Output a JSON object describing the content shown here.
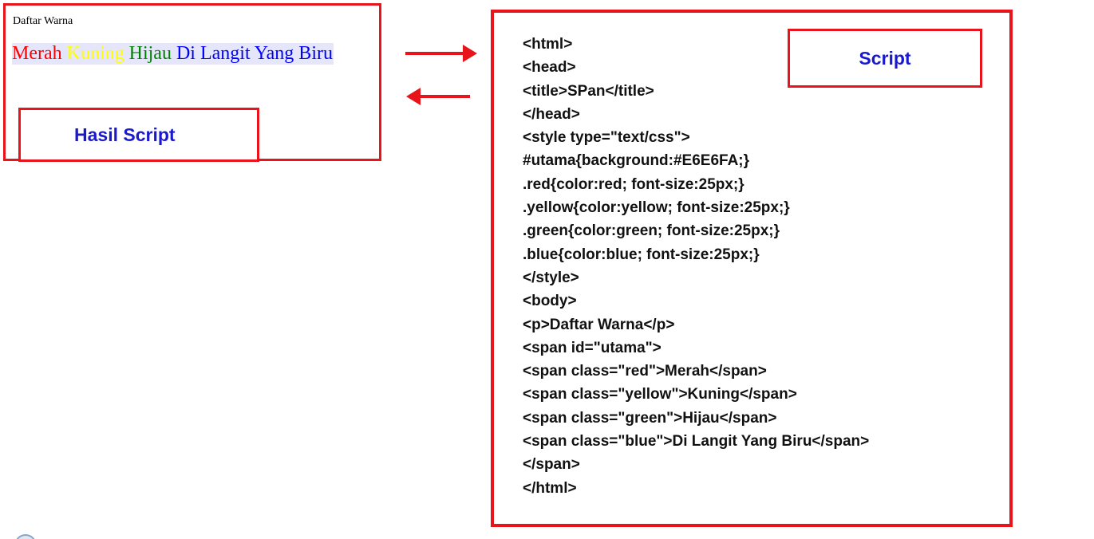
{
  "result": {
    "title": "Daftar Warna",
    "spans": {
      "red": "Merah",
      "yellow": "Kuning",
      "green": "Hijau",
      "blue": "Di Langit Yang Biru"
    },
    "label": "Hasil Script"
  },
  "code": {
    "label": "Script",
    "lines": [
      "<html>",
      "<head>",
      "<title>SPan</title>",
      "</head>",
      "<style type=\"text/css\">",
      "#utama{background:#E6E6FA;}",
      ".red{color:red; font-size:25px;}",
      ".yellow{color:yellow; font-size:25px;}",
      ".green{color:green; font-size:25px;}",
      ".blue{color:blue; font-size:25px;}",
      "</style>",
      "<body>",
      "<p>Daftar Warna</p>",
      "<span id=\"utama\">",
      "<span class=\"red\">Merah</span>",
      "<span class=\"yellow\">Kuning</span>",
      "<span class=\"green\">Hijau</span>",
      "<span class=\"blue\">Di Langit Yang Biru</span>",
      "</span>",
      "</html>"
    ]
  },
  "colors": {
    "frame": "#e8141c",
    "label_text": "#1a1acc",
    "utama_background": "#E6E6FA"
  }
}
